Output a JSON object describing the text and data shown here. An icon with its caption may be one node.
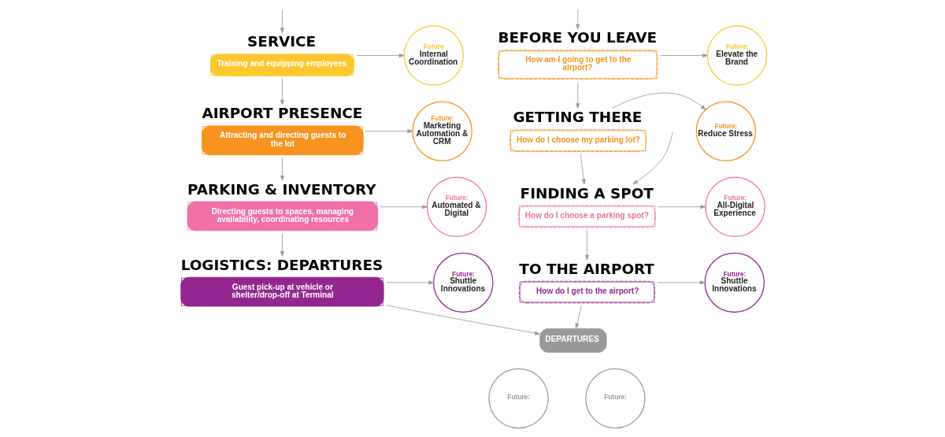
{
  "diagram": {
    "nodes": [
      {
        "text": [
          "SERVICE",
          "Training and equipping employees"
        ]
      },
      {
        "text": [
          "Future",
          "Internal Coordination"
        ]
      },
      {
        "text": [
          "AIRPORT PRESENCE",
          "Attracting and directing guests to the lot"
        ]
      },
      {
        "text": [
          "Future:",
          "Marketing Automation & CRM"
        ]
      },
      {
        "text": [
          "PARKING & INVENTORY",
          "Directing guests to spaces, managing availability, coordinating resources"
        ]
      },
      {
        "text": [
          "Future:",
          "Automated & Digital"
        ]
      },
      {
        "text": [
          "LOGISTICS: DEPARTURES",
          "Guest pick-up at vehicle or shelter/drop-off at Terminal"
        ]
      },
      {
        "text": [
          "Future:",
          "Shuttle Innovations"
        ]
      },
      {
        "text": [
          "DEPARTURES"
        ]
      },
      {
        "text": [
          "BEFORE YOU LEAVE",
          "How am I going to get to the airport?"
        ]
      },
      {
        "text": [
          "Future:",
          "Elevate the Brand"
        ]
      },
      {
        "text": [
          "GETTING THERE",
          "How do I choose my parking lot?"
        ]
      },
      {
        "text": [
          "Future:",
          "Reduce Stress"
        ]
      },
      {
        "text": [
          "FINDING A SPOT",
          "How do I choose a parking spot?"
        ]
      },
      {
        "text": [
          "Future:",
          "All-Digital Experience"
        ]
      },
      {
        "text": [
          "TO THE AIRPORT",
          "How do I get to the airport?"
        ]
      },
      {
        "text": [
          "Future:",
          "Shuttle Innovations"
        ]
      },
      {
        "text": [
          "Future:"
        ]
      },
      {
        "text": [
          "Future:"
        ]
      }
    ],
    "edges": [
      {
        "from": null,
        "to": 0,
        "arrow": "to"
      },
      {
        "from": 0,
        "to": 1,
        "arrow": "to"
      },
      {
        "from": 0,
        "to": 2,
        "arrow": "to"
      },
      {
        "from": 2,
        "to": 3,
        "arrow": "to"
      },
      {
        "from": 2,
        "to": 4,
        "arrow": "to"
      },
      {
        "from": 4,
        "to": 5,
        "arrow": "to"
      },
      {
        "from": 4,
        "to": 6,
        "arrow": "to"
      },
      {
        "from": 6,
        "to": 7,
        "arrow": "to"
      },
      {
        "from": 6,
        "to": 8,
        "arrow": "to"
      },
      {
        "from": null,
        "to": 9,
        "arrow": "to"
      },
      {
        "from": 9,
        "to": 10,
        "arrow": "to"
      },
      {
        "from": 9,
        "to": 11,
        "arrow": "to"
      },
      {
        "from": 11,
        "to": 12,
        "arrow": "to"
      },
      {
        "from": 11,
        "to": 13,
        "arrow": "to"
      },
      {
        "from": 13,
        "to": 14,
        "arrow": "to"
      },
      {
        "from": 13,
        "to": 15,
        "arrow": "to"
      },
      {
        "from": 15,
        "to": 16,
        "arrow": "to"
      },
      {
        "from": 15,
        "to": 8,
        "arrow": "to"
      },
      {
        "from": null,
        "to": 13,
        "arrow": "to"
      }
    ]
  }
}
